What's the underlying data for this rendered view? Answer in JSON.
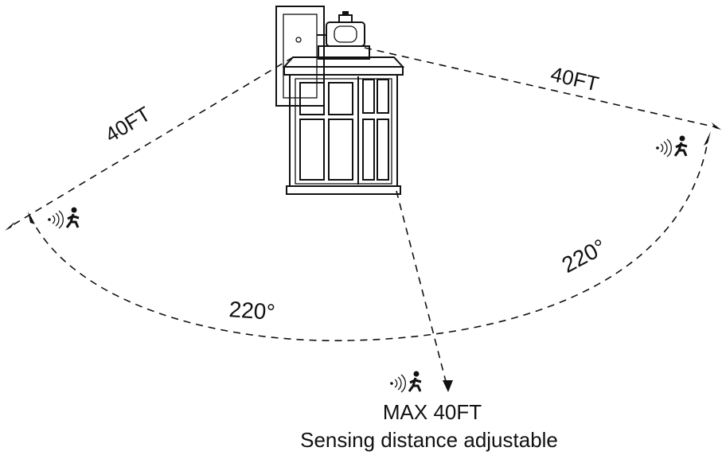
{
  "labels": {
    "distance_left": "40FT",
    "distance_right": "40FT",
    "angle_left": "220°",
    "angle_right": "220°",
    "max_distance": "MAX 40FT",
    "adjustable_note": "Sensing distance adjustable"
  },
  "icons": {
    "sensor_waves": "wifi-waves-icon",
    "person": "walking-person-icon",
    "lamp": "wall-lantern-icon"
  },
  "colors": {
    "ink": "#111111",
    "background": "#ffffff"
  }
}
